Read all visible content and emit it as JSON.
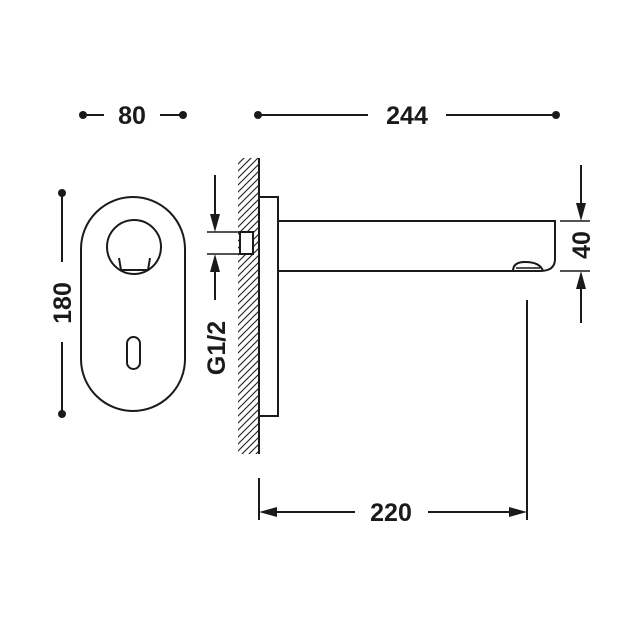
{
  "dimensions": {
    "width": "80",
    "overall_length": "244",
    "height": "180",
    "thread": "G1/2",
    "spout_height": "40",
    "spout_projection": "220"
  },
  "colors": {
    "line": "#1a1a1a",
    "background": "#ffffff"
  }
}
